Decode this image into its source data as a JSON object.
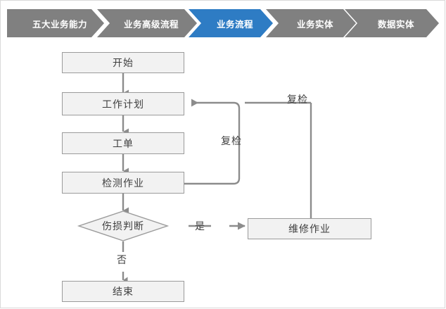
{
  "breadcrumb": {
    "name": "business-architecture-breadcrumb",
    "active_color": "#2e7cc4",
    "inactive_color": "#808080",
    "steps": [
      {
        "label": "五大业务能力",
        "active": false
      },
      {
        "label": "业务高级流程",
        "active": false
      },
      {
        "label": "业务流程",
        "active": true
      },
      {
        "label": "业务实体",
        "active": false
      },
      {
        "label": "数据实体",
        "active": false
      }
    ]
  },
  "flowchart": {
    "type": "flowchart",
    "node_fill": "#f2f2f2",
    "node_border": "#9b9b9b",
    "connector_color": "#8c8c8c",
    "nodes": [
      {
        "id": "start",
        "label": "开始",
        "shape": "rectangle"
      },
      {
        "id": "workplan",
        "label": "工作计划",
        "shape": "rectangle"
      },
      {
        "id": "workorder",
        "label": "工单",
        "shape": "rectangle"
      },
      {
        "id": "inspect",
        "label": "检测作业",
        "shape": "rectangle"
      },
      {
        "id": "decision",
        "label": "伤损判断",
        "shape": "diamond"
      },
      {
        "id": "repair",
        "label": "维修作业",
        "shape": "rectangle"
      },
      {
        "id": "end",
        "label": "结束",
        "shape": "rectangle"
      }
    ],
    "edges": [
      {
        "from": "start",
        "to": "workplan",
        "label": ""
      },
      {
        "from": "workplan",
        "to": "workorder",
        "label": ""
      },
      {
        "from": "workorder",
        "to": "inspect",
        "label": ""
      },
      {
        "from": "inspect",
        "to": "decision",
        "label": ""
      },
      {
        "from": "inspect",
        "to": "workplan",
        "label": "复检"
      },
      {
        "from": "decision",
        "to": "repair",
        "label": "是"
      },
      {
        "from": "decision",
        "to": "end",
        "label": "否"
      },
      {
        "from": "repair",
        "to": "workplan",
        "label": "复检"
      }
    ],
    "edge_labels": {
      "recheck_inner": "复检",
      "recheck_outer": "复检",
      "yes": "是",
      "no": "否"
    }
  }
}
